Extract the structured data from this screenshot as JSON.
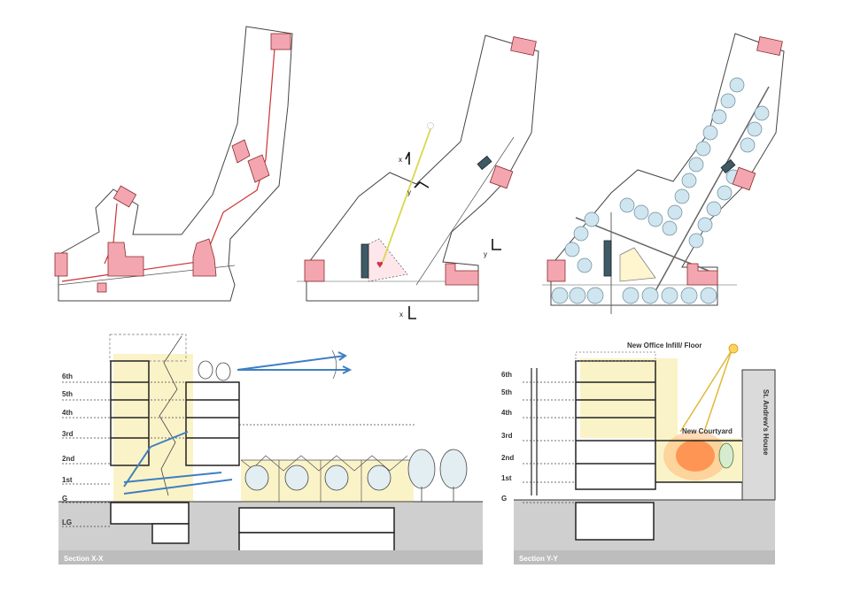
{
  "colors": {
    "building_fill": "#f3a6b0",
    "building_stroke": "#8a2a2a",
    "red_line": "#cc3333",
    "sun_line": "#d8d84a",
    "blue_arrow": "#3f7fc0",
    "yellow_wash": "#fbf3c8",
    "ground_grey": "#cfcfcf",
    "tree_fill": "#cfe5ef",
    "glow": "#ff5a1a"
  },
  "plans": {
    "plan_2": {
      "section_marker_x_top": "x",
      "section_marker_y_top": "y",
      "section_marker_y_right": "y",
      "section_marker_x_bottom": "x"
    }
  },
  "section_xx": {
    "caption": "Section X-X",
    "levels": [
      "6th",
      "5th",
      "4th",
      "3rd",
      "2nd",
      "1st",
      "G",
      "LG"
    ]
  },
  "section_yy": {
    "caption": "Section Y-Y",
    "levels": [
      "6th",
      "5th",
      "4th",
      "3rd",
      "2nd",
      "1st",
      "G"
    ],
    "annotation_infill": "New Office Infill/ Floor",
    "annotation_courtyard": "New Courtyard",
    "annotation_house": "St. Andrew's House"
  }
}
